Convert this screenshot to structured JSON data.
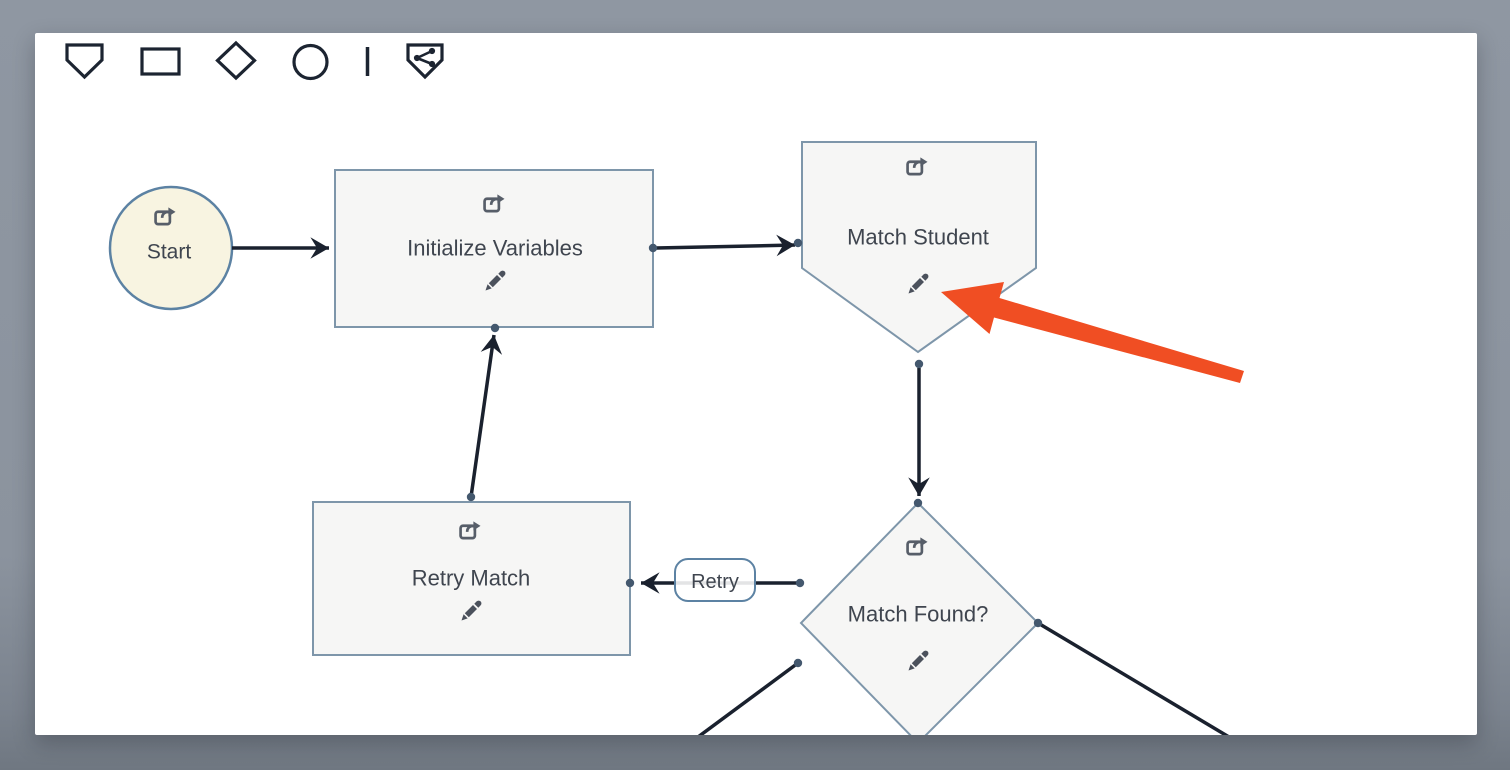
{
  "window": {
    "background": "#8b939e",
    "canvas_background": "#ffffff"
  },
  "toolbar": {
    "tools": [
      {
        "name": "pentagon-shape-tool",
        "icon": "pentagon-icon"
      },
      {
        "name": "rectangle-shape-tool",
        "icon": "rectangle-icon"
      },
      {
        "name": "diamond-shape-tool",
        "icon": "diamond-icon"
      },
      {
        "name": "circle-shape-tool",
        "icon": "circle-icon"
      },
      {
        "name": "divider",
        "icon": "divider-line"
      },
      {
        "name": "share-pentagon-tool",
        "icon": "pentagon-share-icon"
      }
    ]
  },
  "nodes": {
    "start": {
      "label": "Start",
      "shape": "circle",
      "icons": [
        "export-icon"
      ]
    },
    "initialize_variables": {
      "label": "Initialize Variables",
      "shape": "rectangle",
      "icons": [
        "export-icon",
        "edit-icon"
      ]
    },
    "match_student": {
      "label": "Match Student",
      "shape": "pentagon",
      "icons": [
        "export-icon",
        "edit-icon"
      ]
    },
    "retry_match": {
      "label": "Retry Match",
      "shape": "rectangle",
      "icons": [
        "export-icon",
        "edit-icon"
      ]
    },
    "match_found": {
      "label": "Match Found?",
      "shape": "diamond",
      "icons": [
        "export-icon",
        "edit-icon"
      ]
    }
  },
  "edges": [
    {
      "from": "start",
      "to": "initialize_variables"
    },
    {
      "from": "initialize_variables",
      "to": "match_student"
    },
    {
      "from": "match_student",
      "to": "match_found"
    },
    {
      "from": "retry_match",
      "to": "initialize_variables"
    },
    {
      "from": "match_found",
      "to": "retry_match",
      "label": "Retry"
    },
    {
      "from": "match_found",
      "to": "offscreen_bottom_left"
    },
    {
      "from": "match_found",
      "to": "offscreen_bottom_right"
    }
  ],
  "annotation": {
    "type": "red-arrow",
    "target": "match-student-edit-icon",
    "color": "#f04e23"
  },
  "colors": {
    "page_bg": "#8b939e",
    "canvas_bg": "#ffffff",
    "node_fill": "#f6f6f5",
    "start_fill": "#f8f4e1",
    "node_border": "#7e96aa",
    "start_border": "#5c82a3",
    "edge_color": "#1a212e",
    "port_color": "#44586e",
    "text_color": "#3f454f",
    "node_icon_color": "#575e69",
    "pencil_icon_color": "#4b515c",
    "toolbar_icon_color": "#1c2431",
    "annotation_color": "#f04e23"
  }
}
